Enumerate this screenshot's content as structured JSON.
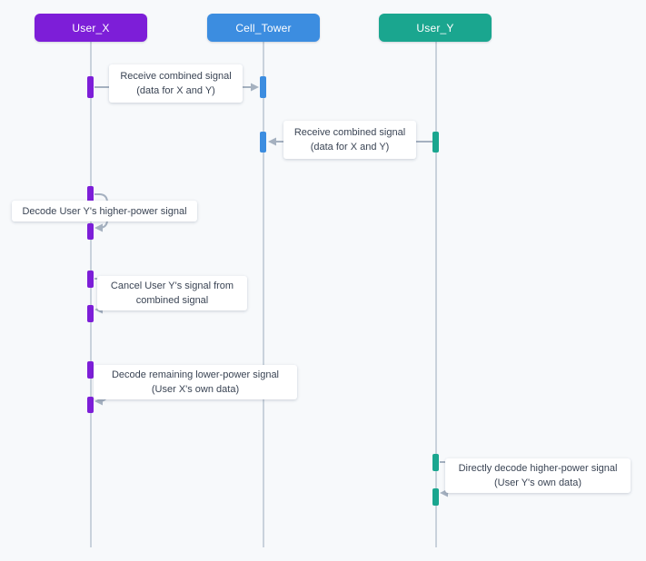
{
  "sequence": {
    "background_color": "#f7f9fb",
    "lifeline_color": "#c9d2dc",
    "arrow_color": "#a5b1c0",
    "label_box_color": "#ffffff",
    "label_text_color": "#3a4454",
    "actors": [
      {
        "name": "User_X",
        "color": "#7d1ed8"
      },
      {
        "name": "Cell_Tower",
        "color": "#3c8de0"
      },
      {
        "name": "User_Y",
        "color": "#1aa68f"
      }
    ],
    "messages": [
      {
        "kind": "arrow",
        "from": "User_X",
        "to": "Cell_Tower",
        "line1": "Receive combined signal",
        "line2": "(data for X and Y)"
      },
      {
        "kind": "arrow",
        "from": "User_Y",
        "to": "Cell_Tower",
        "line1": "Receive combined signal",
        "line2": "(data for X and Y)"
      },
      {
        "kind": "self",
        "actor": "User_X",
        "line1": "Decode User Y's higher-power signal"
      },
      {
        "kind": "self",
        "actor": "User_X",
        "line1": "Cancel User Y's signal from",
        "line2": "combined signal"
      },
      {
        "kind": "self",
        "actor": "User_X",
        "line1": "Decode remaining lower-power signal",
        "line2": "(User X's own data)"
      },
      {
        "kind": "self",
        "actor": "User_Y",
        "line1": "Directly decode higher-power signal",
        "line2": "(User Y's own data)"
      }
    ]
  }
}
